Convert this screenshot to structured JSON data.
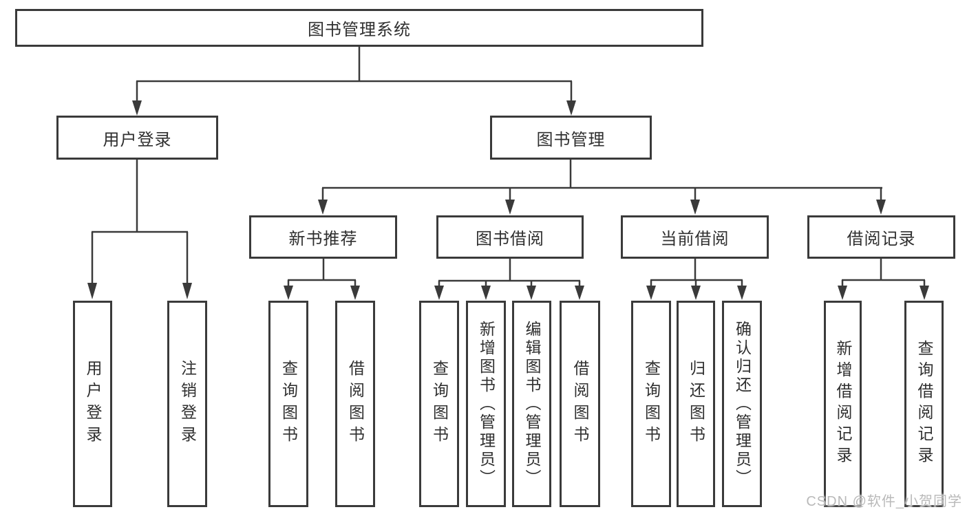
{
  "tree": {
    "root": {
      "label": "图书管理系统",
      "children": [
        {
          "label": "用户登录",
          "children": [
            {
              "label": "用户登录"
            },
            {
              "label": "注销登录"
            }
          ]
        },
        {
          "label": "图书管理",
          "children": [
            {
              "label": "新书推荐",
              "children": [
                {
                  "label": "查询图书"
                },
                {
                  "label": "借阅图书"
                }
              ]
            },
            {
              "label": "图书借阅",
              "children": [
                {
                  "label": "查询图书"
                },
                {
                  "label": "新增图书（管理员）"
                },
                {
                  "label": "编辑图书（管理员）"
                },
                {
                  "label": "借阅图书"
                }
              ]
            },
            {
              "label": "当前借阅",
              "children": [
                {
                  "label": "查询图书"
                },
                {
                  "label": "归还图书"
                },
                {
                  "label": "确认归还（管理员）"
                }
              ]
            },
            {
              "label": "借阅记录",
              "children": [
                {
                  "label": "新增借阅记录"
                },
                {
                  "label": "查询借阅记录"
                }
              ]
            }
          ]
        }
      ]
    }
  },
  "colors": {
    "line": "#3a3a3a",
    "border": "#3a3a3a",
    "text": "#2f2f2f",
    "watermark": "#b9b9b9",
    "background": "#ffffff"
  },
  "watermark": {
    "text": "CSDN @软件_小贺同学"
  }
}
